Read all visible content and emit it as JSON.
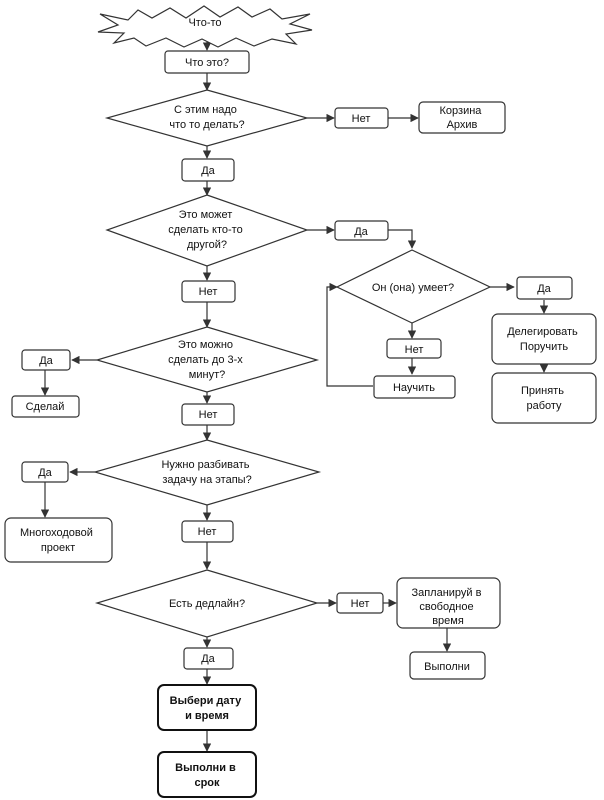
{
  "nodes": {
    "start": "Что-то",
    "what": "Что это?",
    "q_action": [
      "С этим надо",
      "что то делать?"
    ],
    "no_action": "Нет",
    "trash": [
      "Корзина",
      "Архив"
    ],
    "yes_action": "Да",
    "q_other": [
      "Это может",
      "сделать кто-то",
      "другой?"
    ],
    "yes_other": "Да",
    "q_can": "Он (она) умеет?",
    "yes_can": "Да",
    "delegate": [
      "Делегировать",
      "Поручить"
    ],
    "accept": [
      "Принять",
      "работу"
    ],
    "no_can": "Нет",
    "teach": "Научить",
    "no_other": "Нет",
    "q_3min": [
      "Это можно",
      "сделать до 3-х",
      "минут?"
    ],
    "yes_3min": "Да",
    "do_it": "Сделай",
    "no_3min": "Нет",
    "q_stages": [
      "Нужно разбивать",
      "задачу на этапы?"
    ],
    "yes_stages": "Да",
    "multistep": [
      "Многоходовой",
      "проект"
    ],
    "no_stages": "Нет",
    "q_deadline": "Есть дедлайн?",
    "no_deadline": "Нет",
    "plan_free": [
      "Запланируй в",
      "свободное",
      "время"
    ],
    "execute": "Выполни",
    "yes_deadline": "Да",
    "choose_date": [
      "Выбери дату",
      "и время"
    ],
    "execute_on_time": [
      "Выполни в",
      "срок"
    ]
  }
}
